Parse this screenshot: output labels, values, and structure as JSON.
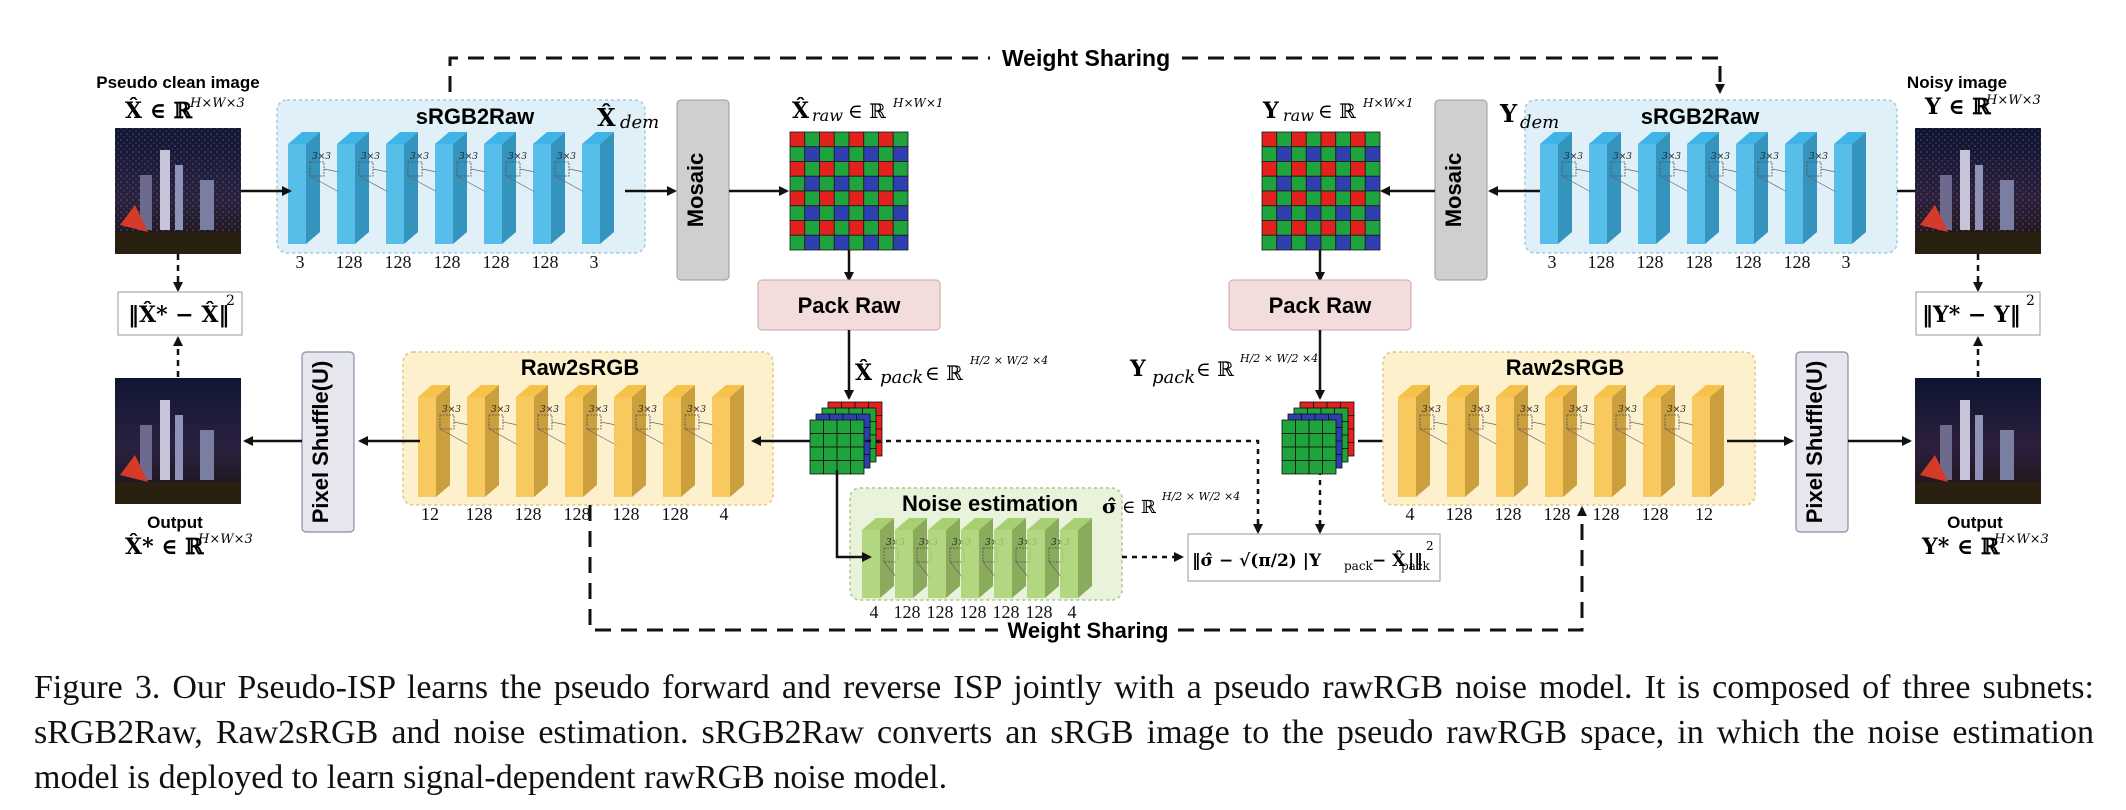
{
  "figure": {
    "weight_sharing_top": "Weight Sharing",
    "weight_sharing_bottom": "Weight Sharing",
    "left": {
      "pseudo_clean_label": "Pseudo clean image",
      "pseudo_clean_math": "X̂ ∈ ℝ",
      "pseudo_clean_sup": "H×W×3",
      "output_label": "Output",
      "output_math": "X̂* ∈ ℝ",
      "output_sup": "H×W×3",
      "loss": "‖X̂* − X̂‖",
      "loss_sup": "2",
      "s2r_title": "sRGB2Raw",
      "s2r_channels": [
        "3",
        "128",
        "128",
        "128",
        "128",
        "128",
        "3"
      ],
      "x_dem_main": "X̂",
      "x_dem_sub": "dem",
      "mosaic_label": "Mosaic",
      "x_raw_main": "X̂",
      "x_raw_sub": "raw",
      "x_raw_set": "∈ ℝ",
      "x_raw_sup": "H×W×1",
      "pack_raw_label": "Pack Raw",
      "x_pack_main": "X̂",
      "x_pack_sub": "pack",
      "x_pack_set": "∈ ℝ",
      "x_pack_sup": "H/2 × W/2 ×4",
      "r2s_title": "Raw2sRGB",
      "r2s_channels": [
        "12",
        "128",
        "128",
        "128",
        "128",
        "128",
        "4"
      ],
      "pixel_shuffle_label": "Pixel Shuffle(U)"
    },
    "right": {
      "noisy_label": "Noisy image",
      "noisy_math": "Y ∈ ℝ",
      "noisy_sup": "H×W×3",
      "output_label": "Output",
      "output_math": "Y* ∈ ℝ",
      "output_sup": "H×W×3",
      "loss": "‖Y* − Y‖",
      "loss_sup": "2",
      "s2r_title": "sRGB2Raw",
      "s2r_channels": [
        "3",
        "128",
        "128",
        "128",
        "128",
        "128",
        "3"
      ],
      "y_dem_main": "Y",
      "y_dem_sub": "dem",
      "mosaic_label": "Mosaic",
      "y_raw_main": "Y",
      "y_raw_sub": "raw",
      "y_raw_set": "∈ ℝ",
      "y_raw_sup": "H×W×1",
      "pack_raw_label": "Pack Raw",
      "y_pack_main": "Y",
      "y_pack_sub": "pack",
      "y_pack_set": "∈ ℝ",
      "y_pack_sup": "H/2 × W/2 ×4",
      "r2s_title": "Raw2sRGB",
      "r2s_channels": [
        "4",
        "128",
        "128",
        "128",
        "128",
        "128",
        "12"
      ],
      "pixel_shuffle_label": "Pixel Shuffle(U)"
    },
    "noise": {
      "title": "Noise estimation",
      "sigma_main": "σ̂",
      "sigma_set": "∈ ℝ",
      "sigma_sup": "H/2 × W/2 ×4",
      "channels": [
        "4",
        "128",
        "128",
        "128",
        "128",
        "128",
        "4"
      ],
      "loss": "‖σ̂ − √(π/2) |Y",
      "loss_sub1": "pack",
      "loss_mid": " − X̂",
      "loss_sub2": "pack",
      "loss_end": "|‖",
      "loss_sup": "2"
    },
    "layer_kernel": "3×3",
    "colors": {
      "s2r_bg": "#dff0f8",
      "s2r_layer": "#3fb4e6",
      "r2s_bg": "#fdf1cd",
      "r2s_layer": "#f7c24a",
      "noise_bg": "#e9f3dc",
      "noise_layer": "#a9d070",
      "mosaic_box": "#cfcfcf",
      "pack_box": "#f2dcdc",
      "pixel_shuffle_box": "#e6e6ee",
      "bayer_red": "#e3221e",
      "bayer_green": "#1fa33c",
      "bayer_blue": "#2f3fb0"
    }
  },
  "caption": "Figure 3. Our Pseudo-ISP learns the pseudo forward and reverse ISP jointly with a pseudo rawRGB noise model. It is composed of three subnets: sRGB2Raw, Raw2sRGB and noise estimation. sRGB2Raw converts an sRGB image to the pseudo rawRGB space, in which the noise estimation model is deployed to learn signal-dependent rawRGB noise model."
}
